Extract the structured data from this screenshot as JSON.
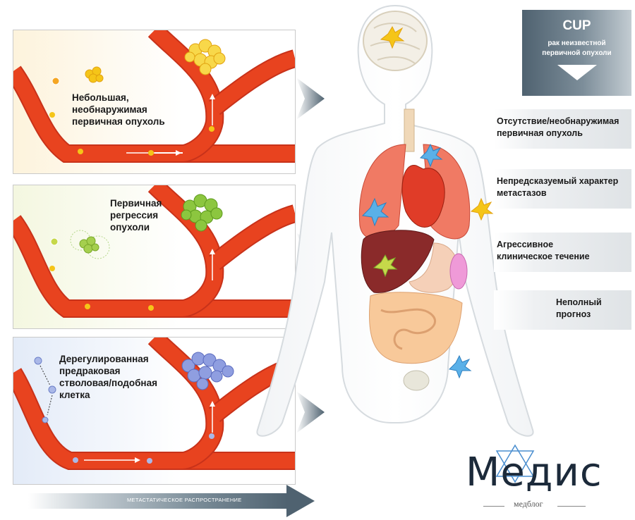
{
  "panels": [
    {
      "label_lines": [
        "Небольшая,",
        "необнаружимая",
        "первичная опухоль"
      ]
    },
    {
      "label_lines": [
        "Первичная",
        "регрессия",
        "опухоли"
      ]
    },
    {
      "label_lines": [
        "Дерегулированная",
        "предраковая",
        "стволовая/подобная",
        "клетка"
      ]
    }
  ],
  "cup": {
    "title": "CUP",
    "subtitle_line1": "рак неизвестной",
    "subtitle_line2": "первичной опухоли"
  },
  "features": [
    {
      "line1": "Отсутствие/необнаружимая",
      "line2": "первичная опухоль"
    },
    {
      "line1": "Непредсказуемый характер",
      "line2": "метастазов"
    },
    {
      "line1": "Агрессивное",
      "line2": "клиническое течение"
    },
    {
      "line1": "Неполный",
      "line2": "прогноз"
    }
  ],
  "bottom_arrow_label": "МЕТАСТАТИЧЕСКОЕ РАСПРОСТРАНЕНИЕ",
  "logo": {
    "name": "Медис",
    "tagline": "медблог"
  },
  "colors": {
    "vessel": "#e8431f",
    "vessel_dark": "#c8321a",
    "tumor_yellow": "#f5c518",
    "tumor_green": "#8cc63f",
    "tumor_blue": "#7f8fd9",
    "arrow_gray": "#5c6d79"
  }
}
